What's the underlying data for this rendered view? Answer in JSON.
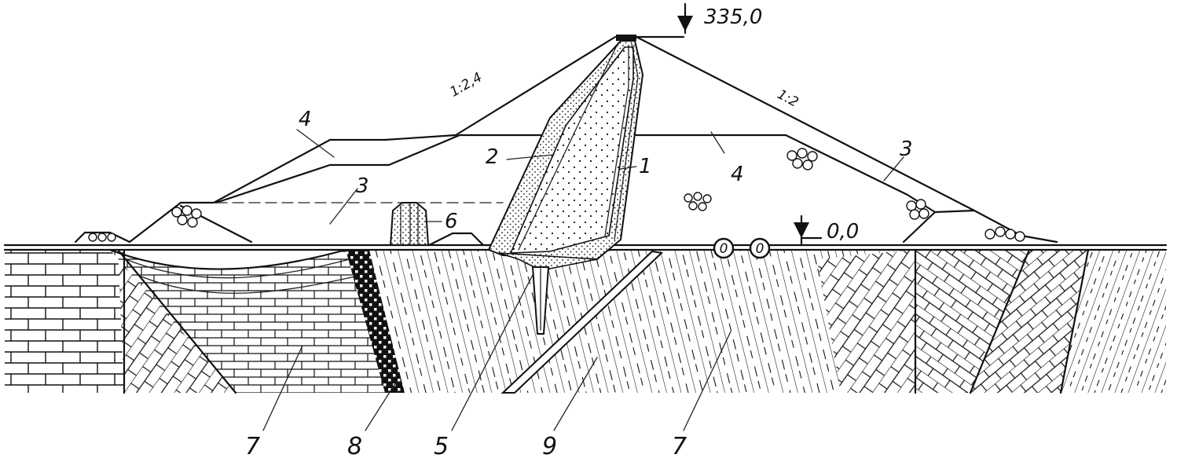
{
  "elevations": {
    "crest": "335,0",
    "base": "0,0"
  },
  "slopes": {
    "upstream": "1:2,4",
    "downstream": "1:2"
  },
  "labels": {
    "l1": "1",
    "l2": "2",
    "l3a": "3",
    "l3b": "3",
    "l4a": "4",
    "l4b": "4",
    "l5": "5",
    "l6": "6",
    "l7a": "7",
    "l7b": "7",
    "l8": "8",
    "l9": "9",
    "gallery_a": "0",
    "gallery_b": "0"
  },
  "colors": {
    "ink": "#111111",
    "paper": "#ffffff"
  }
}
